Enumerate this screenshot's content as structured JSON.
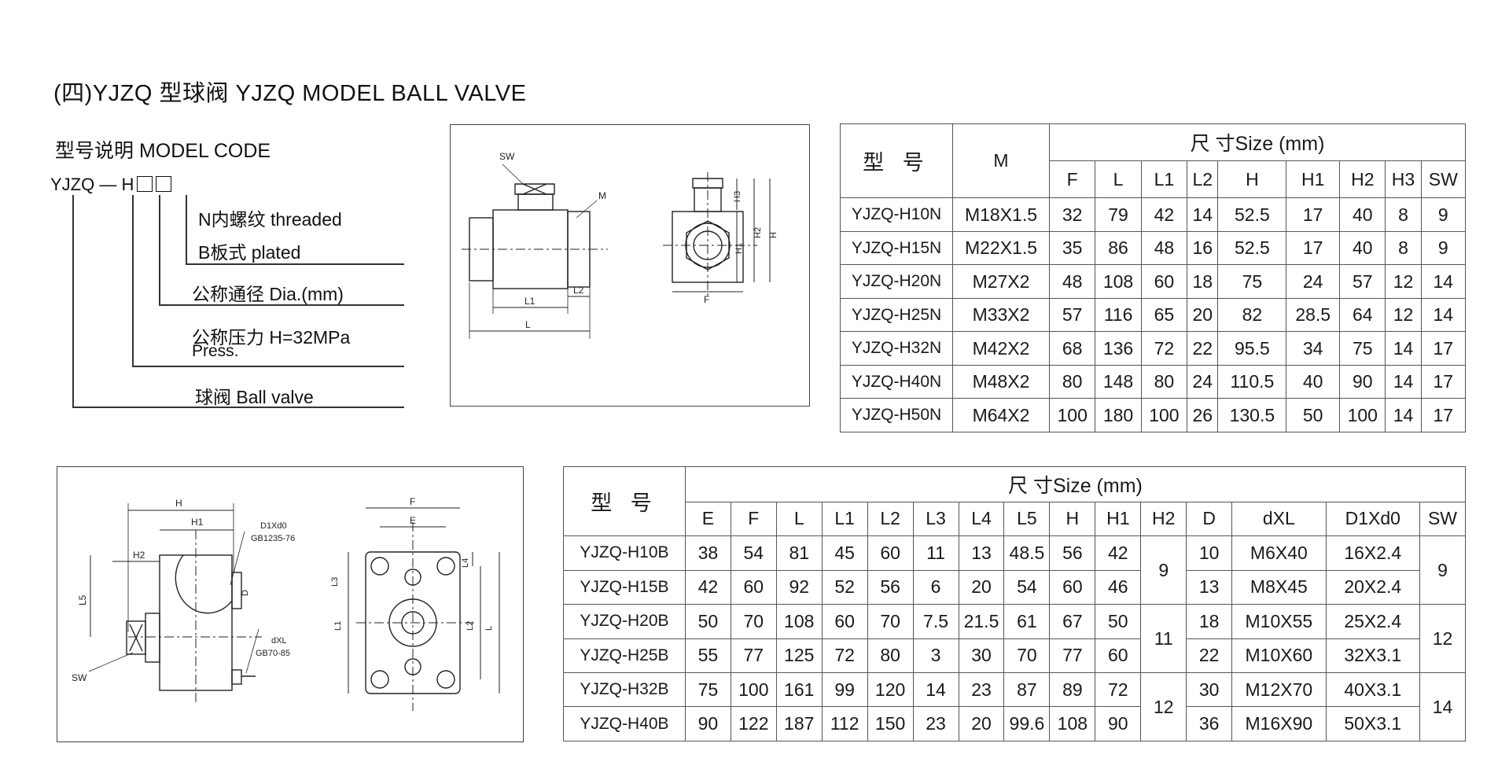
{
  "title": "(四)YJZQ 型球阀   YJZQ MODEL BALL VALVE",
  "model_code": {
    "heading": "型号说明 MODEL CODE",
    "code_prefix": "YJZQ —  H",
    "items": [
      "N内螺纹 threaded",
      "B板式 plated",
      "公称通径 Dia.(mm)",
      "公称压力  H=32MPa",
      "Press.",
      "球阀 Ball valve"
    ]
  },
  "drawing1_labels": {
    "sw": "SW",
    "m": "M",
    "l1": "L1",
    "l2": "L2",
    "l": "L",
    "h3": "H3",
    "h2": "H2",
    "h1": "H1",
    "h": "H",
    "f": "F"
  },
  "drawing2_labels": {
    "h": "H",
    "h1": "H1",
    "h2": "H2",
    "l5": "L5",
    "sw": "SW",
    "d1xd0": "D1Xd0",
    "gb1": "GB1235-76",
    "d": "D",
    "dxl": "dXL",
    "gb2": "GB70-85",
    "f": "F",
    "e": "E",
    "l4": "L4",
    "l3": "L3",
    "l1": "L1",
    "l2": "L2",
    "l": "L"
  },
  "table_n": {
    "model_header": "型 号",
    "m_header": "M",
    "size_header": "尺   寸Size (mm)",
    "columns": [
      "F",
      "L",
      "L1",
      "L2",
      "H",
      "H1",
      "H2",
      "H3",
      "SW"
    ],
    "rows": [
      [
        "YJZQ-H10N",
        "M18X1.5",
        "32",
        "79",
        "42",
        "14",
        "52.5",
        "17",
        "40",
        "8",
        "9"
      ],
      [
        "YJZQ-H15N",
        "M22X1.5",
        "35",
        "86",
        "48",
        "16",
        "52.5",
        "17",
        "40",
        "8",
        "9"
      ],
      [
        "YJZQ-H20N",
        "M27X2",
        "48",
        "108",
        "60",
        "18",
        "75",
        "24",
        "57",
        "12",
        "14"
      ],
      [
        "YJZQ-H25N",
        "M33X2",
        "57",
        "116",
        "65",
        "20",
        "82",
        "28.5",
        "64",
        "12",
        "14"
      ],
      [
        "YJZQ-H32N",
        "M42X2",
        "68",
        "136",
        "72",
        "22",
        "95.5",
        "34",
        "75",
        "14",
        "17"
      ],
      [
        "YJZQ-H40N",
        "M48X2",
        "80",
        "148",
        "80",
        "24",
        "110.5",
        "40",
        "90",
        "14",
        "17"
      ],
      [
        "YJZQ-H50N",
        "M64X2",
        "100",
        "180",
        "100",
        "26",
        "130.5",
        "50",
        "100",
        "14",
        "17"
      ]
    ]
  },
  "table_b": {
    "model_header": "型 号",
    "size_header": "尺   寸Size (mm)",
    "columns": [
      "E",
      "F",
      "L",
      "L1",
      "L2",
      "L3",
      "L4",
      "L5",
      "H",
      "H1",
      "H2",
      "D",
      "dXL",
      "D1Xd0",
      "SW"
    ],
    "rows": [
      [
        "YJZQ-H10B",
        "38",
        "54",
        "81",
        "45",
        "60",
        "11",
        "13",
        "48.5",
        "56",
        "42",
        "10",
        "M6X40",
        "16X2.4"
      ],
      [
        "YJZQ-H15B",
        "42",
        "60",
        "92",
        "52",
        "56",
        "6",
        "20",
        "54",
        "60",
        "46",
        "13",
        "M8X45",
        "20X2.4"
      ],
      [
        "YJZQ-H20B",
        "50",
        "70",
        "108",
        "60",
        "70",
        "7.5",
        "21.5",
        "61",
        "67",
        "50",
        "18",
        "M10X55",
        "25X2.4"
      ],
      [
        "YJZQ-H25B",
        "55",
        "77",
        "125",
        "72",
        "80",
        "3",
        "30",
        "70",
        "77",
        "60",
        "22",
        "M10X60",
        "32X3.1"
      ],
      [
        "YJZQ-H32B",
        "75",
        "100",
        "161",
        "99",
        "120",
        "14",
        "23",
        "87",
        "89",
        "72",
        "30",
        "M12X70",
        "40X3.1"
      ],
      [
        "YJZQ-H40B",
        "90",
        "122",
        "187",
        "112",
        "150",
        "23",
        "20",
        "99.6",
        "108",
        "90",
        "36",
        "M16X90",
        "50X3.1"
      ]
    ],
    "h2_merged": [
      "9",
      "11",
      "12"
    ],
    "sw_merged": [
      "9",
      "12",
      "14"
    ]
  }
}
